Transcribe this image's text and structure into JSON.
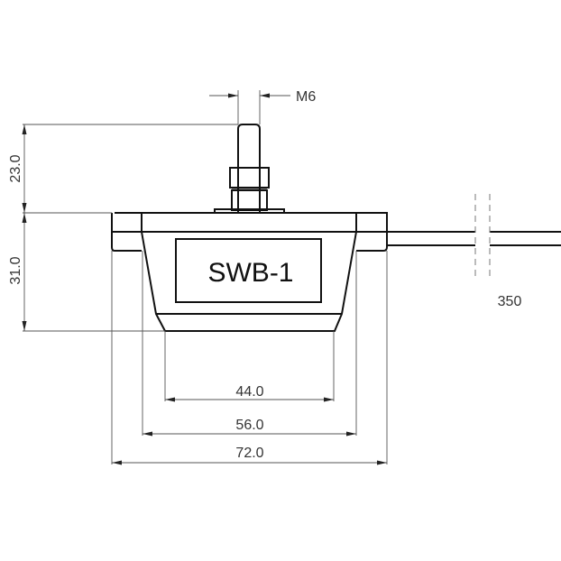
{
  "product_label": "SWB-1",
  "thread_label": "M6",
  "cable_length": "350",
  "dimensions": {
    "stud_height": "23.0",
    "body_height": "31.0",
    "bottom_width": "44.0",
    "body_width": "56.0",
    "flange_width": "72.0"
  }
}
